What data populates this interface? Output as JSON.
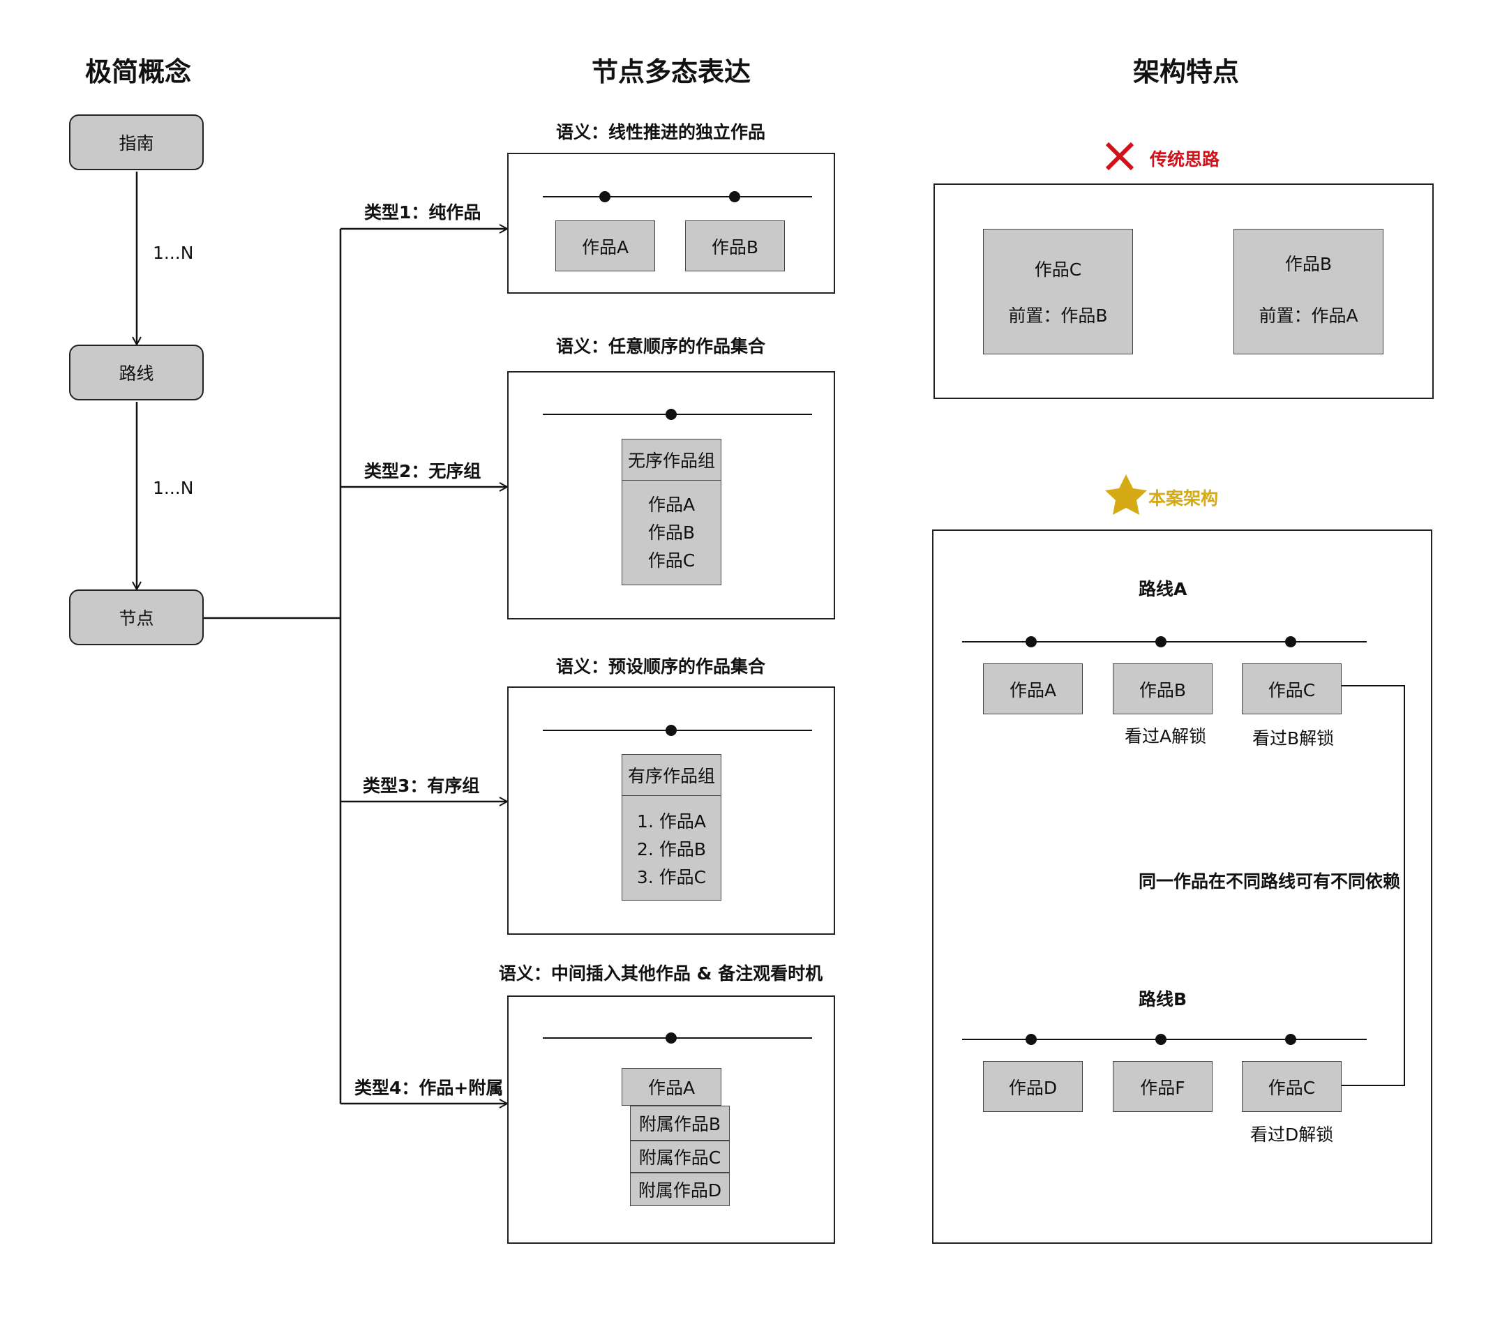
{
  "headings": {
    "concept": "极简概念",
    "node_forms": "节点多态表达",
    "features": "架构特点"
  },
  "concept": {
    "guide": "指南",
    "route": "路线",
    "node": "节点",
    "rel1": "1...N",
    "rel2": "1...N"
  },
  "types": [
    {
      "label": "类型1：纯作品",
      "semantic": "语义：线性推进的独立作品",
      "items": [
        "作品A",
        "作品B"
      ]
    },
    {
      "label": "类型2：无序组",
      "semantic": "语义：任意顺序的作品集合",
      "group_title": "无序作品组",
      "items": [
        "作品A",
        "作品B",
        "作品C"
      ]
    },
    {
      "label": "类型3：有序组",
      "semantic": "语义：预设顺序的作品集合",
      "group_title": "有序作品组",
      "items": [
        "1. 作品A",
        "2. 作品B",
        "3. 作品C"
      ]
    },
    {
      "label": "类型4：作品+附属",
      "semantic": "语义：中间插入其他作品 & 备注观看时机",
      "main": "作品A",
      "items": [
        "附属作品B",
        "附属作品C",
        "附属作品D"
      ]
    }
  ],
  "traditional": {
    "title": "传统思路",
    "icon": "cross-icon",
    "color": "#d0121b",
    "box1": {
      "name": "作品C",
      "pre": "前置：作品B"
    },
    "box2": {
      "name": "作品B",
      "pre": "前置：作品A"
    }
  },
  "ours": {
    "title": "本案架构",
    "icon": "star-icon",
    "color": "#d6aa14",
    "route_a": {
      "title": "路线A",
      "items": [
        "作品A",
        "作品B",
        "作品C"
      ],
      "notes": [
        "",
        "看过A解锁",
        "看过B解锁"
      ]
    },
    "route_b": {
      "title": "路线B",
      "items": [
        "作品D",
        "作品F",
        "作品C"
      ],
      "notes": [
        "",
        "",
        "看过D解锁"
      ]
    },
    "note": "同一作品在不同路线可有不同依赖"
  }
}
